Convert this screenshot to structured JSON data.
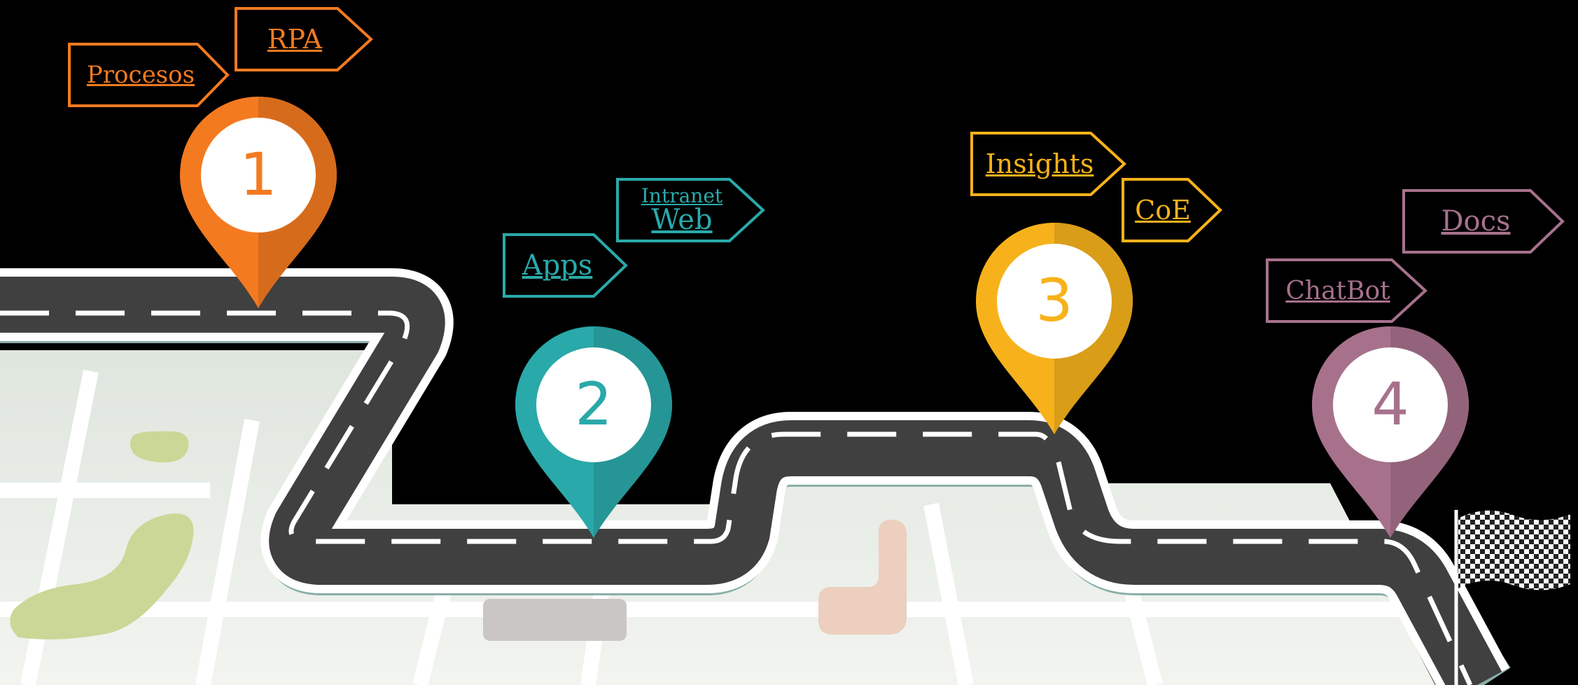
{
  "colors": {
    "background": "#000000",
    "road": "#404040",
    "road_edge": "#ffffff",
    "ground": "#e6ebe4",
    "orange": "#f47a20",
    "teal": "#2aa9aa",
    "yellow": "#f7b21b",
    "mauve": "#a7718c"
  },
  "pins": [
    {
      "number": "1",
      "color": "#f47a20",
      "icon": "map-pin-icon"
    },
    {
      "number": "2",
      "color": "#2aa9aa",
      "icon": "map-pin-icon"
    },
    {
      "number": "3",
      "color": "#f7b21b",
      "icon": "map-pin-icon"
    },
    {
      "number": "4",
      "color": "#a7718c",
      "icon": "map-pin-icon"
    }
  ],
  "links": {
    "procesos": "Procesos",
    "rpa": "RPA",
    "apps": "Apps",
    "intranet_line1": "Intranet",
    "intranet_line2": "Web",
    "insights": "Insights",
    "coe": "CoE",
    "chatbot": "ChatBot",
    "docs": "Docs"
  },
  "finish_icon": "checkered-flag-icon"
}
